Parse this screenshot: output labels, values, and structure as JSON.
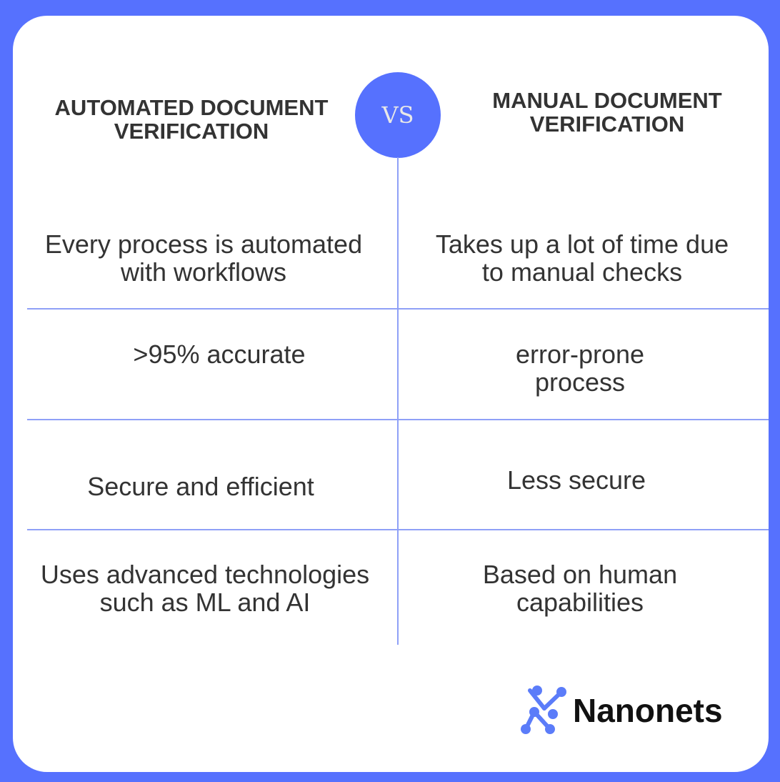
{
  "header": {
    "left_title": "AUTOMATED DOCUMENT VERIFICATION",
    "vs_label": "VS",
    "right_title": "MANUAL DOCUMENT VERIFICATION"
  },
  "rows": [
    {
      "automated": "Every process is automated with workflows",
      "manual": "Takes up a lot of time due to manual checks"
    },
    {
      "automated": ">95% accurate",
      "manual": "error-prone process"
    },
    {
      "automated": "Secure and efficient",
      "manual": "Less secure"
    },
    {
      "automated": "Uses advanced technologies such as ML and AI",
      "manual": "Based on human capabilities"
    }
  ],
  "brand": {
    "name": "Nanonets",
    "accent": "#5671fe"
  }
}
